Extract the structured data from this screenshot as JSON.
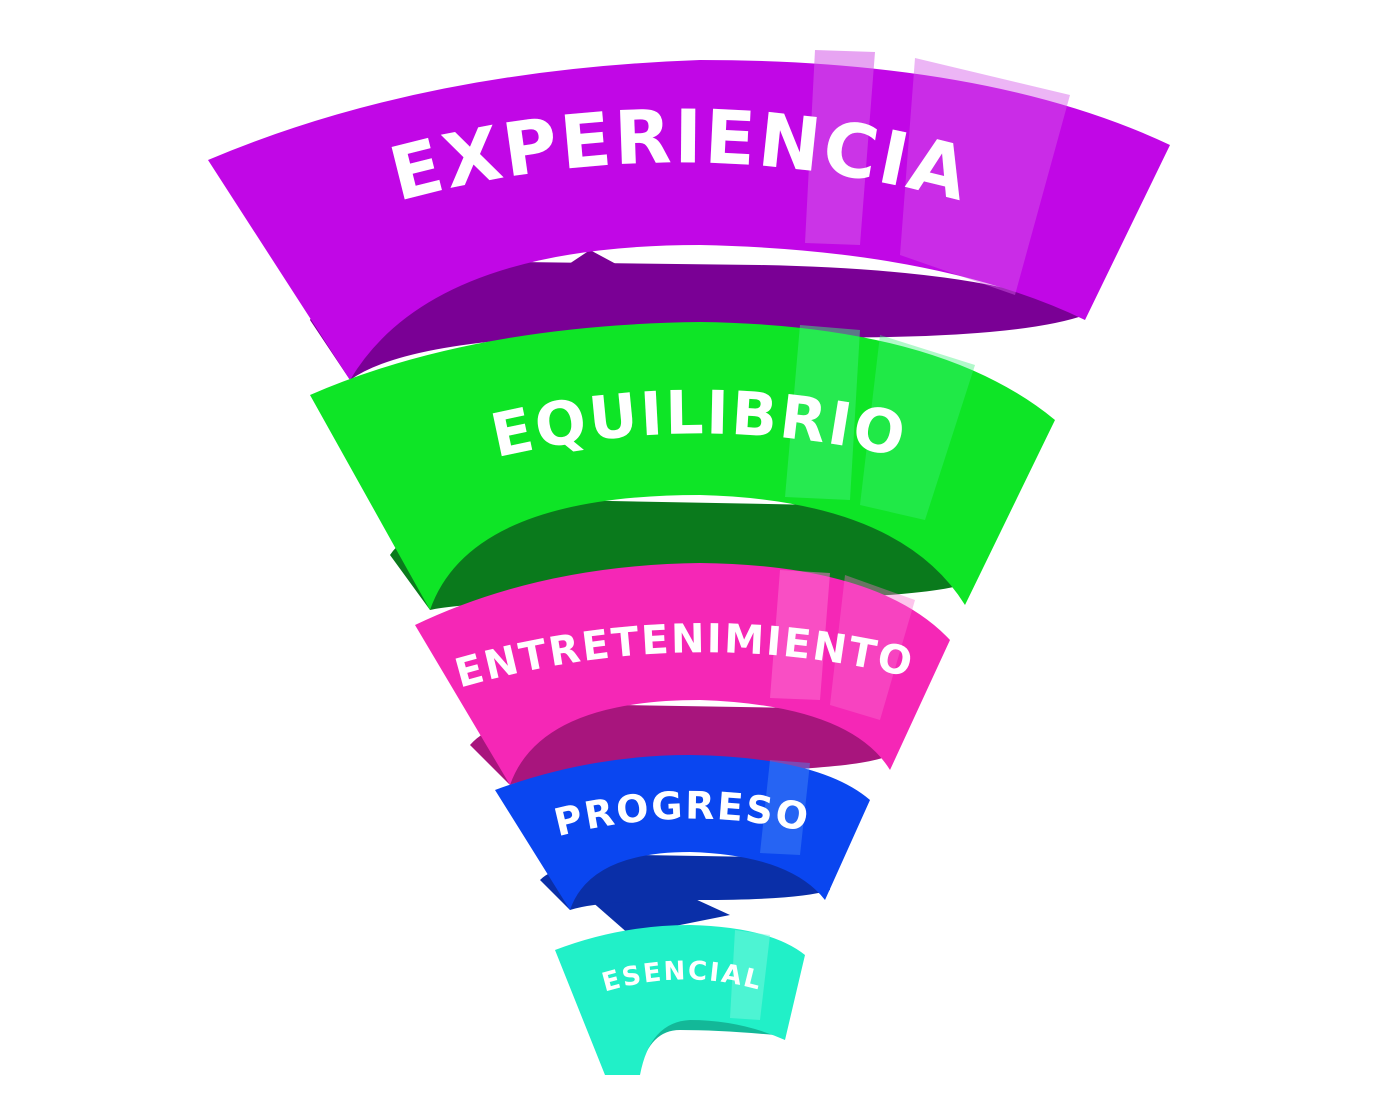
{
  "diagram": {
    "type": "spiral-funnel",
    "levels": [
      {
        "label": "EXPERIENCIA",
        "color": "#c107e6",
        "shade": "#7a0095",
        "highlight": "#d45ae8"
      },
      {
        "label": "EQUILIBRIO",
        "color": "#0ee526",
        "shade": "#0a7a1c",
        "highlight": "#3df07a"
      },
      {
        "label": "ENTRETENIMIENTO",
        "color": "#f527b6",
        "shade": "#a8157d",
        "highlight": "#fb6fd0"
      },
      {
        "label": "PROGRESO",
        "color": "#0a46f0",
        "shade": "#0a2fa8",
        "highlight": "#4a8af7"
      },
      {
        "label": "ESENCIAL",
        "color": "#21f0c8",
        "shade": "#13b898",
        "highlight": "#7af7de"
      }
    ]
  }
}
